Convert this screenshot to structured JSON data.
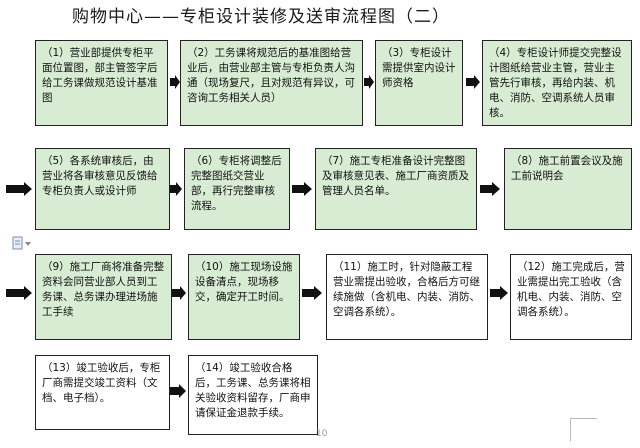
{
  "title": "购物中心——专柜设计装修及送审流程图（二）",
  "steps": [
    "（1）营业部提供专柜平面位置图，部主管签字后给工务课做规范设计基准图",
    "（2）工务课将规范后的基准图给营业后，由营业部主管与专柜负责人沟通（现场复尺，且对规范有异议，可咨询工务相关人员）",
    "（3）专柜设计需提供室内设计师资格",
    "（4）专柜设计师提交完整设计图纸给营业主管，营业主管先行审核，再给内装、机电、消防、空调系统人员审核。",
    "（5）各系统审核后，由营业将各审核意见反馈给专柜负责人或设计师",
    "（6）专柜将调整后完整图纸交营业部，再行完整审核流程。",
    "（7）施工专柜准备设计完整图及审核意见表、施工厂商资质及管理人员名单。",
    "（8）施工前置会议及施工前说明会",
    "（9）施工厂商将准备完整资料会同营业部人员到工务课、总务课办理进场施工手续",
    "（10）施工现场设施设备清点，现场移交，确定开工时间。",
    "（11）施工时，针对隐蔽工程营业需提出验收，合格后方可继续施做（含机电、内装、消防、空调各系统）。",
    "（12）施工完成后，营业需提出完工验收（含机电、内装、消防、空调各系统）。",
    "（13）竣工验收后，专柜厂商需提交竣工资料（文档、电子档）。",
    "（14）竣工验收合格后，工务课、总务课将相关验收资料留存，厂商申请保证金退款手续。"
  ],
  "page_number": "10",
  "colors": {
    "box_fill_green": "#d7ecd2",
    "arrow": "#111111",
    "border": "#222222"
  }
}
